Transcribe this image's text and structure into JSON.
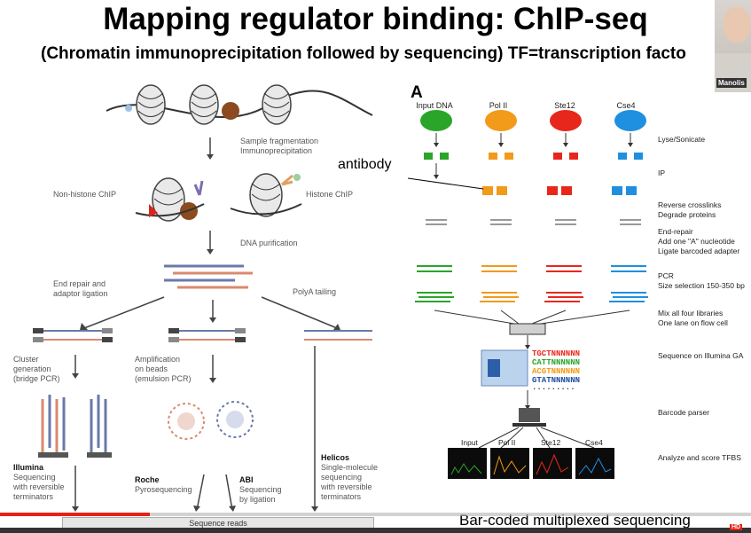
{
  "slide": {
    "title": "Mapping regulator binding: ChIP-seq",
    "subtitle": "(Chromatin immunoprecipitation followed by sequencing) TF=transcription facto",
    "antibody_note": "antibody",
    "footer_note": "Bar-coded multiplexed sequencing"
  },
  "webcam": {
    "name": "Manolis"
  },
  "left_figure": {
    "fragmentation": "Sample fragmentation",
    "immunoprecipitation": "Immunoprecipitation",
    "non_histone": "Non-histone ChIP",
    "histone": "Histone ChIP",
    "dna_purification": "DNA purification",
    "end_repair_1": "End repair and",
    "end_repair_2": "adaptor ligation",
    "polya": "PolyA tailing",
    "cluster_1": "Cluster",
    "cluster_2": "generation",
    "cluster_3": "(bridge PCR)",
    "amp_1": "Amplification",
    "amp_2": "on beads",
    "amp_3": "(emulsion PCR)",
    "illumina_title": "Illumina",
    "illumina_1": "Sequencing",
    "illumina_2": "with reversible",
    "illumina_3": "terminators",
    "roche_title": "Roche",
    "roche_1": "Pyrosequencing",
    "abi_title": "ABI",
    "abi_1": "Sequencing",
    "abi_2": "by ligation",
    "helicos_title": "Helicos",
    "helicos_1": "Single-molecule",
    "helicos_2": "sequencing",
    "helicos_3": "with reversible",
    "helicos_4": "terminators",
    "sequence_reads": "Sequence reads"
  },
  "right_figure": {
    "panel_label": "A",
    "columns": [
      "Input DNA",
      "Pol II",
      "Ste12",
      "Cse4"
    ],
    "steps": {
      "lyse": "Lyse/Sonicate",
      "ip": "IP",
      "reverse_1": "Reverse crosslinks",
      "reverse_2": "Degrade proteins",
      "end_repair_1": "End-repair",
      "end_repair_2": "Add one \"A\" nucleotide",
      "end_repair_3": "Ligate barcoded adapter",
      "pcr_1": "PCR",
      "pcr_2": "Size selection 150-350 bp",
      "mix_1": "Mix all four libraries",
      "mix_2": "One lane on flow cell",
      "sequence": "Sequence on Illumina GA",
      "barcode": "Barcode parser",
      "analyze": "Analyze and score TFBS"
    },
    "barcode_reads": [
      "TGCTNNNNNN",
      "CATTNNNNNN",
      "ACGTNNNNNN",
      "GTATNNNNNN"
    ],
    "barcode_more": ".........",
    "bottom_tracks": [
      "Input",
      "Pol II",
      "Ste12",
      "Cse4"
    ],
    "column_colors": [
      "#2aa52a",
      "#f29a1a",
      "#e8271c",
      "#1f8fe0"
    ]
  },
  "player": {
    "hd": "HD",
    "progress_fraction": 0.2
  }
}
